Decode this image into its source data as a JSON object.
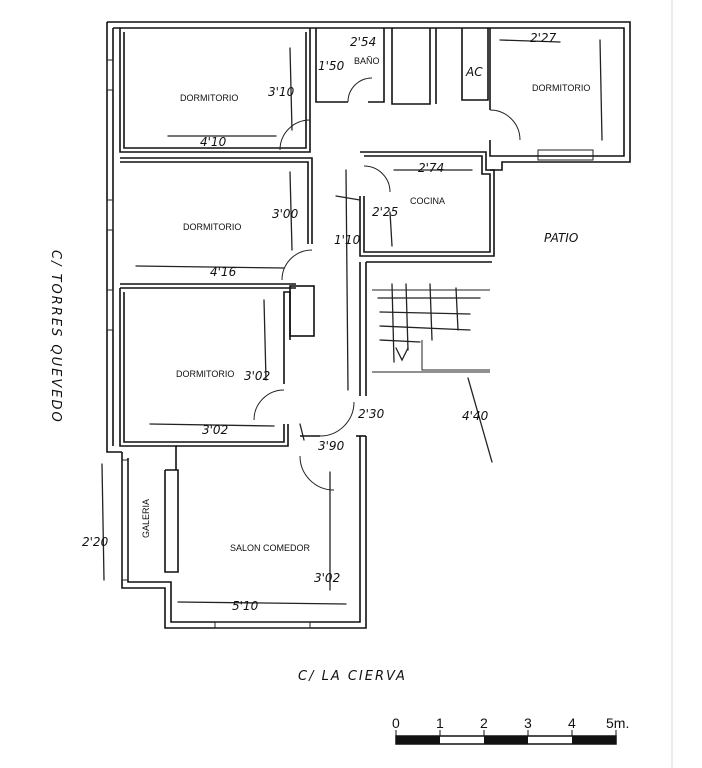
{
  "rooms": {
    "dormitorio_1": "DORMITORIO",
    "dormitorio_2": "DORMITORIO",
    "dormitorio_3": "DORMITORIO",
    "dormitorio_4": "DORMITORIO",
    "bano": "BAÑO",
    "cocina": "COCINA",
    "galeria": "GALERIA",
    "salon": "SALON COMEDOR"
  },
  "handwritten": {
    "patio": "PATIO",
    "dim_254": "2'54",
    "dim_150": "1'50",
    "dim_227": "2'27",
    "dim_274": "2'74",
    "dim_225": "2'25",
    "dim_410": "4'10",
    "dim_416": "4'16",
    "dim_310": "3'10",
    "dim_300": "3'00",
    "dim_302": "3'02",
    "dim_390": "3'90",
    "dim_510": "5'10",
    "dim_440": "4'40",
    "dim_230": "2'30",
    "dim_220": "2'20",
    "dim_110": "1'10",
    "ac": "AC"
  },
  "streets": {
    "left": "C/ TORRES QUEVEDO",
    "bottom": "C/ LA CIERVA"
  },
  "scale": {
    "ticks": [
      "0",
      "1",
      "2",
      "3",
      "4",
      "5m."
    ]
  }
}
